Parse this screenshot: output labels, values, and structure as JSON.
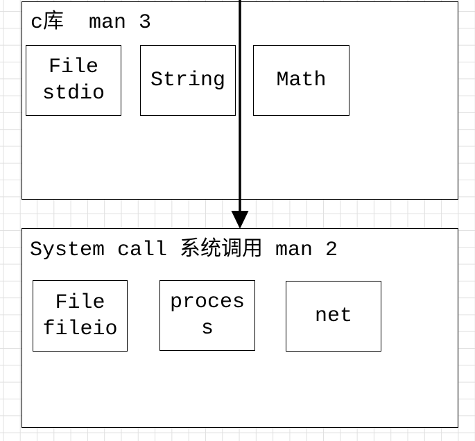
{
  "canvas": {
    "background_color": "#ffffff",
    "grid_color": "#e0e0e0"
  },
  "diagram": {
    "stroke_color": "#000000",
    "fill_color": "#ffffff",
    "groups": [
      {
        "id": "c-library",
        "title": "c库  man 3",
        "nodes": [
          {
            "id": "file-stdio",
            "lines": [
              "File",
              "stdio"
            ]
          },
          {
            "id": "string",
            "lines": [
              "String"
            ]
          },
          {
            "id": "math",
            "lines": [
              "Math"
            ]
          }
        ]
      },
      {
        "id": "system-call",
        "title": "System call 系统调用 man 2",
        "nodes": [
          {
            "id": "file-fileio",
            "lines": [
              "File",
              "fileio"
            ]
          },
          {
            "id": "process",
            "lines": [
              "proces",
              "s"
            ]
          },
          {
            "id": "net",
            "lines": [
              "net"
            ]
          }
        ]
      }
    ],
    "connector": {
      "type": "arrow",
      "direction": "down",
      "from": "c-library",
      "to": "system-call"
    }
  }
}
